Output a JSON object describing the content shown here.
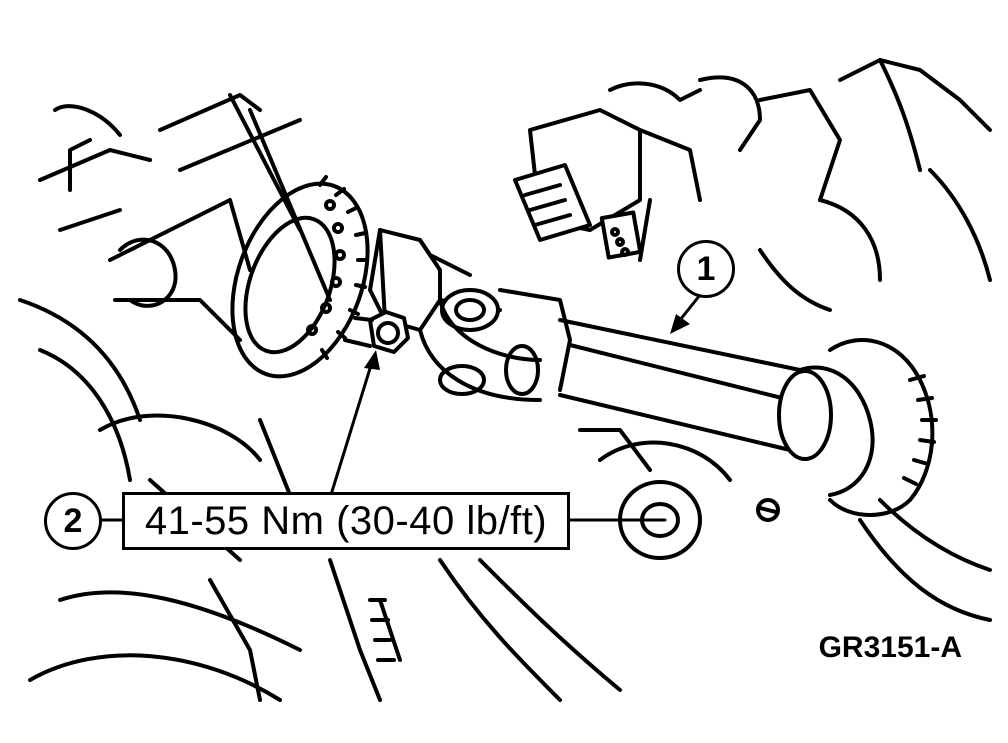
{
  "callouts": [
    {
      "number": "1"
    },
    {
      "number": "2"
    }
  ],
  "torque_spec": "41-55 Nm (30-40 lb/ft)",
  "figure_id": "GR3151-A",
  "colors": {
    "ink": "#000000",
    "paper": "#ffffff"
  }
}
